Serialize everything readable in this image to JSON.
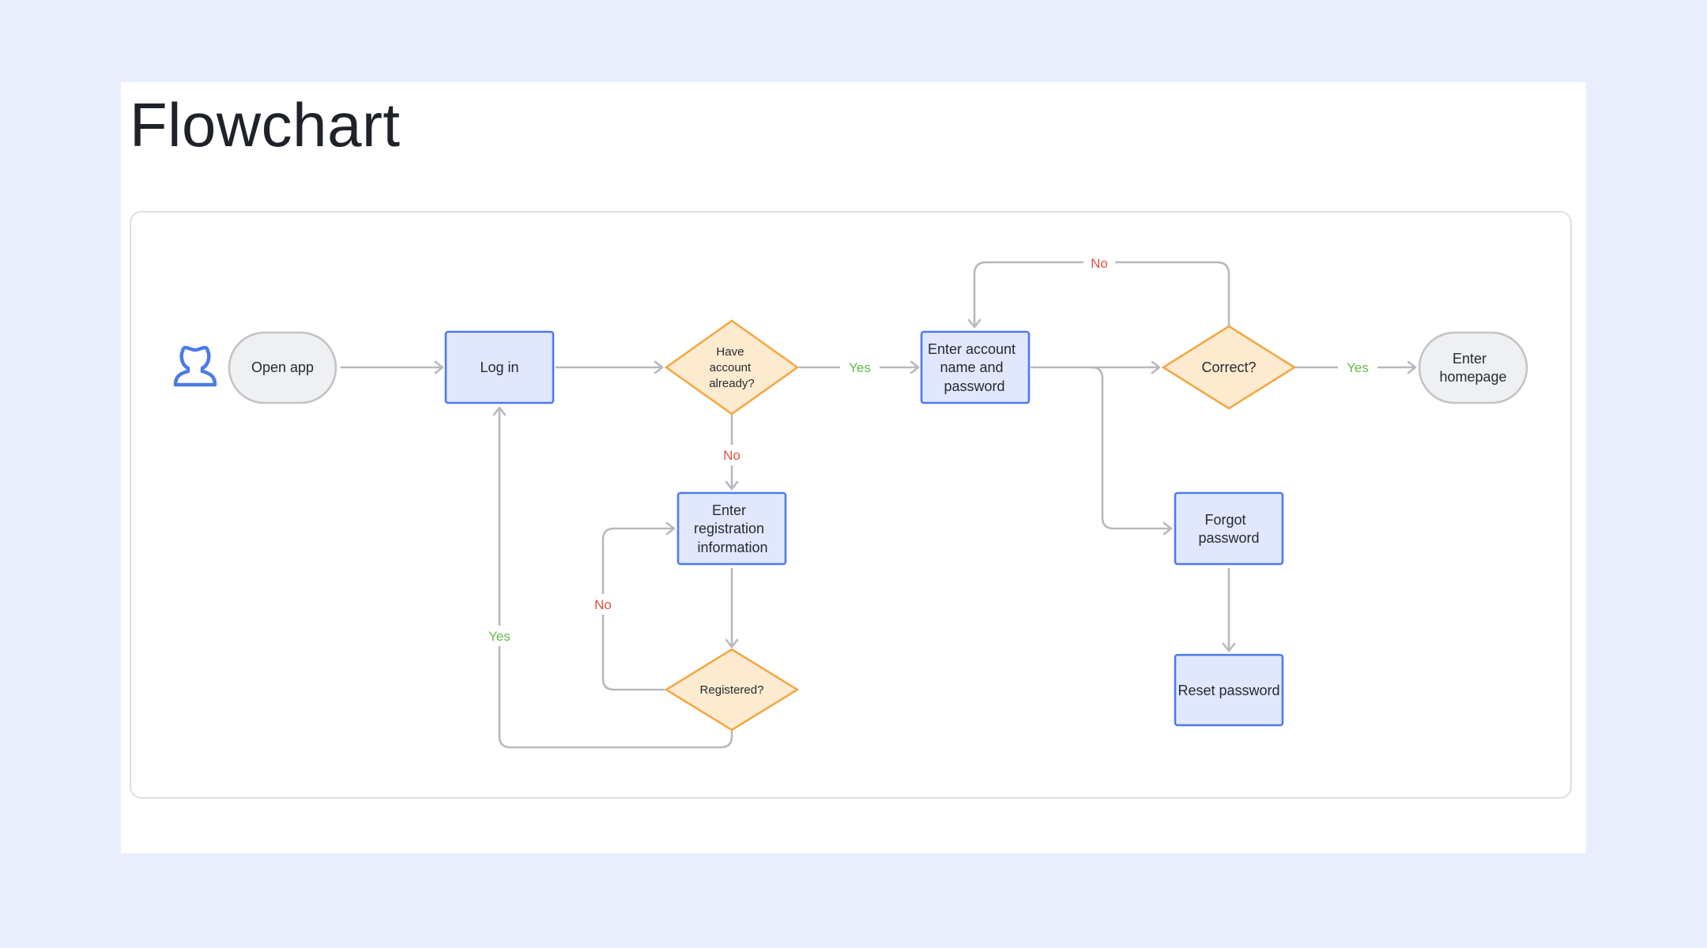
{
  "page": {
    "title": "Flowchart"
  },
  "colors": {
    "background": "#e8eefc",
    "process_fill": "#e1e7fd",
    "process_stroke": "#4f7bea",
    "decision_fill": "#fdebd0",
    "decision_stroke": "#f3a845",
    "terminal_fill": "#eff0f1",
    "terminal_stroke": "#c2c4c8",
    "edge": "#b7b9bf",
    "yes_label": "#5dbd47",
    "no_label": "#e0513f",
    "user_icon": "#4d7ae8"
  },
  "icons": {
    "user": "user-icon"
  },
  "nodes": {
    "open_app": {
      "lines": [
        "Open app"
      ]
    },
    "log_in": {
      "lines": [
        "Log in"
      ]
    },
    "have_account": {
      "lines": [
        "Have",
        "account",
        "already?"
      ]
    },
    "enter_account": {
      "lines": [
        "Enter account",
        "name and",
        "password"
      ]
    },
    "correct": {
      "lines": [
        "Correct?"
      ]
    },
    "enter_homepage": {
      "lines": [
        "Enter",
        "homepage"
      ]
    },
    "enter_registration": {
      "lines": [
        "Enter",
        "registration",
        "information"
      ]
    },
    "registered": {
      "lines": [
        "Registered?"
      ]
    },
    "forgot_password": {
      "lines": [
        "Forgot",
        "password"
      ]
    },
    "reset_password": {
      "lines": [
        "Reset password"
      ]
    }
  },
  "edge_labels": {
    "have_account_yes": "Yes",
    "have_account_no": "No",
    "correct_yes": "Yes",
    "correct_no": "No",
    "registered_no": "No",
    "registered_yes": "Yes"
  }
}
